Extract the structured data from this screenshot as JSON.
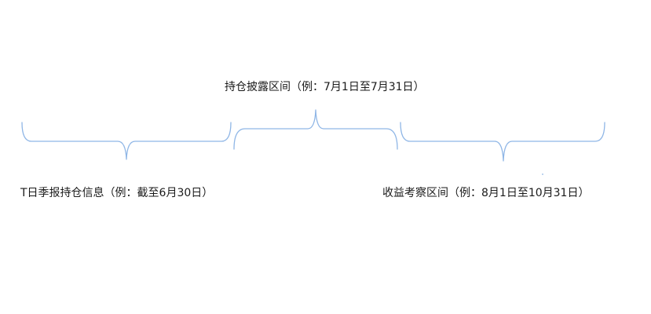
{
  "labels": {
    "disclosure_period": "持仓披露区间（例：7月1日至7月31日）",
    "quarterly_holdings": "T日季报持仓信息（例：截至6月30日）",
    "return_observation_period": "收益考察区间（例：8月1日至10月31日）"
  },
  "colors": {
    "brace": "#8fb6e6",
    "text": "#1a1a1a"
  }
}
